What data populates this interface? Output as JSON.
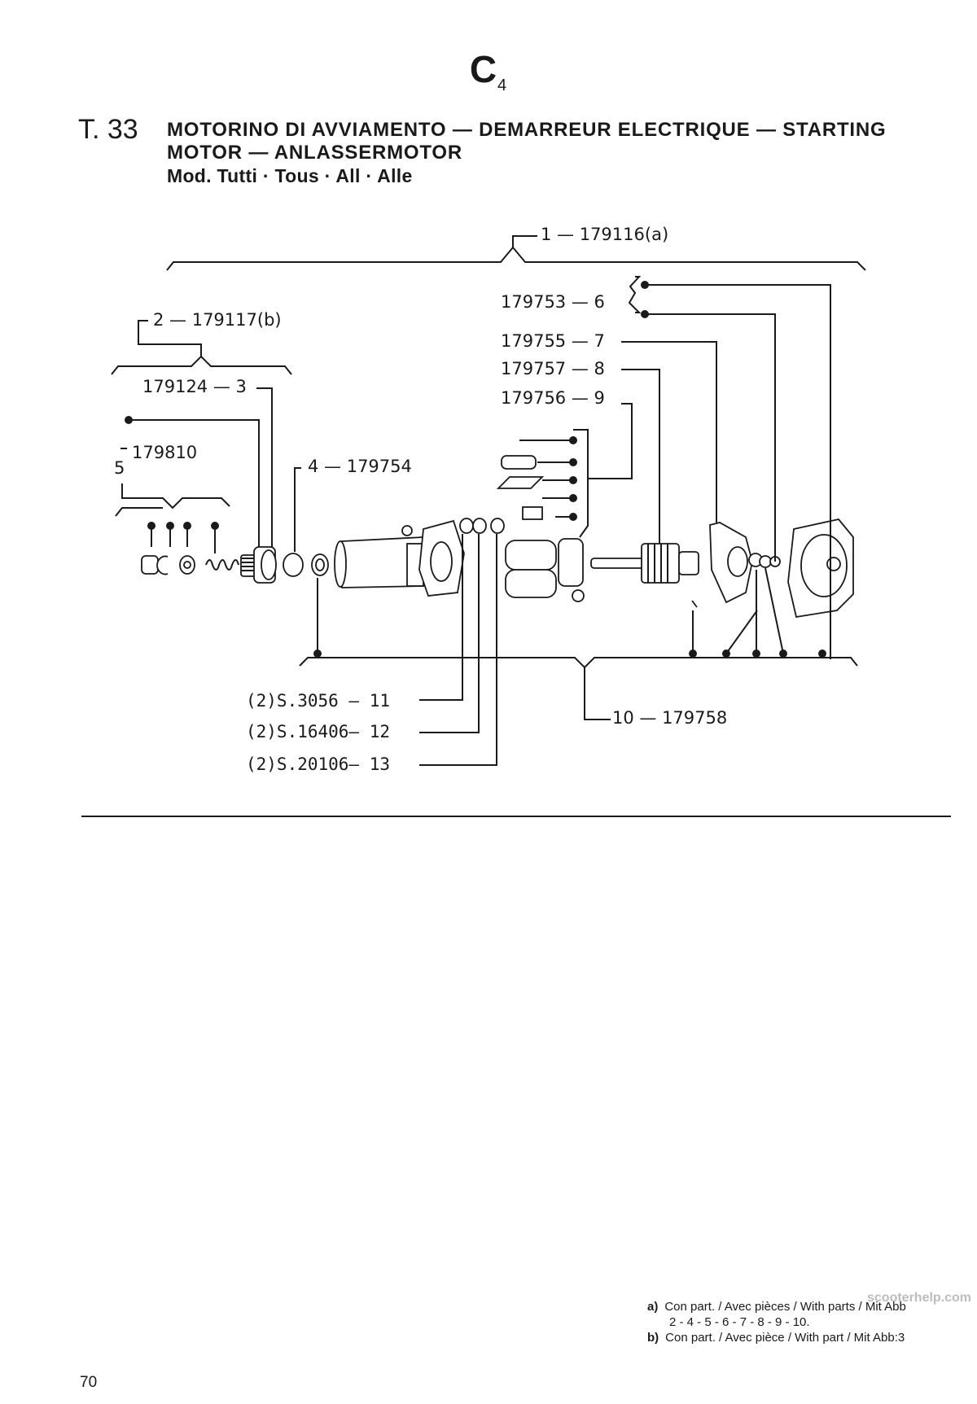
{
  "section_code": "C",
  "section_sub": "4",
  "table_number": "T. 33",
  "title_line1": "MOTORINO DI AVVIAMENTO — DEMARREUR ELECTRIQUE — STARTING",
  "title_line2": "MOTOR — ANLASSERMOTOR",
  "title_line3": "Mod. Tutti · Tous · All · Alle",
  "callouts": {
    "c1": "1 — 179116(a)",
    "c2": "2 — 179117(b)",
    "c3": "179124 — 3",
    "c4": "4 — 179754",
    "c5_code": "179810",
    "c5_num": "5",
    "c6": "179753 — 6",
    "c7": "179755 — 7",
    "c8": "179757 — 8",
    "c9": "179756 — 9",
    "c10": "10 — 179758",
    "c11": "(2)S.3056 — 11",
    "c12": "(2)S.16406— 12",
    "c13": "(2)S.20106— 13"
  },
  "footnote_a_line1": "Con part. / Avec pièces / With parts / Mit Abb",
  "footnote_a_line2": "2 - 4 - 5 - 6 - 7 - 8 - 9 - 10.",
  "footnote_b": "Con part. / Avec pièce / With part / Mit Abb:3",
  "footnote_a_marker": "a)",
  "footnote_b_marker": "b)",
  "watermark": "scooterhelp.com",
  "page_number": "70"
}
